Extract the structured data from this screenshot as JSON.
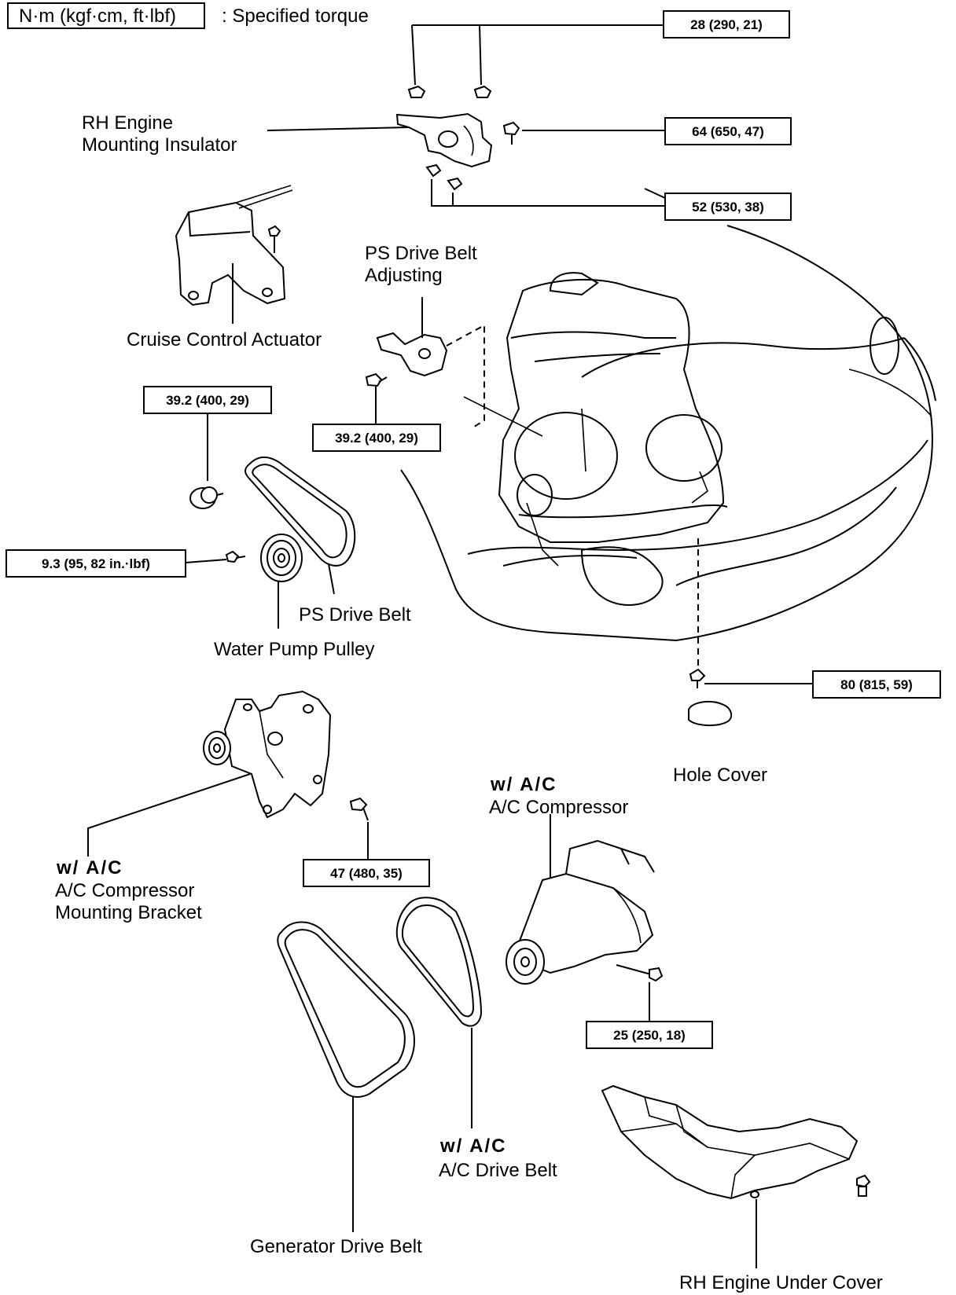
{
  "legend": {
    "unit_box": "N·m (kgf·cm, ft·lbf)",
    "desc": ": Specified torque"
  },
  "torques": [
    "28 (290, 21)",
    "64 (650, 47)",
    "52 (530, 38)",
    "39.2 (400, 29)",
    "39.2 (400, 29)",
    "9.3 (95, 82 in.·lbf)",
    "80 (815, 59)",
    "47 (480, 35)",
    "25 (250, 18)"
  ],
  "labels": {
    "rh_mount_1": "RH Engine",
    "rh_mount_2": "Mounting Insulator",
    "cruise": "Cruise Control Actuator",
    "ps_adj_1": "PS Drive Belt",
    "ps_adj_2": "Adjusting",
    "ps_belt": "PS Drive Belt",
    "water_pump": "Water Pump Pulley",
    "hole_cover": "Hole Cover",
    "wac": "w/ A/C",
    "ac_comp": "A/C Compressor",
    "ac_bracket_1": "A/C Compressor",
    "ac_bracket_2": "Mounting Bracket",
    "ac_belt": "A/C Drive Belt",
    "gen_belt": "Generator Drive Belt",
    "under_cover": "RH Engine Under Cover"
  }
}
